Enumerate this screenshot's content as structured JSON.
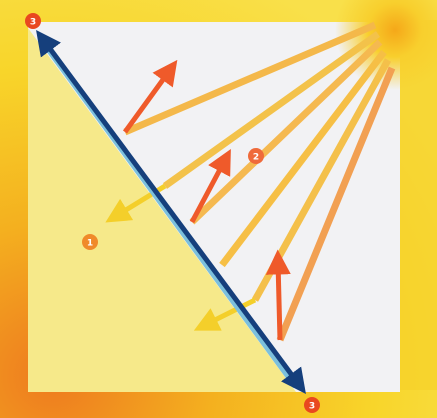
{
  "markers": {
    "top_left": "3",
    "middle": "2",
    "left": "1",
    "bottom": "3"
  },
  "colors": {
    "frame_yellow": "#f7cf1e",
    "frame_orange": "#ee7a1f",
    "inner_white": "#f3f3f4",
    "lit_yellow": "#f6e98a",
    "diagonal_blue": "#153f7c",
    "diagonal_light": "#7cc0dc",
    "ray_orange": "#ef6a3a",
    "ray_yellow": "#f3c23c",
    "marker_orange": "#f08a2a"
  },
  "icons": {
    "sun": "sun-glow",
    "diagonal": "double-headed-arrow",
    "rays": "ray-arrows"
  }
}
